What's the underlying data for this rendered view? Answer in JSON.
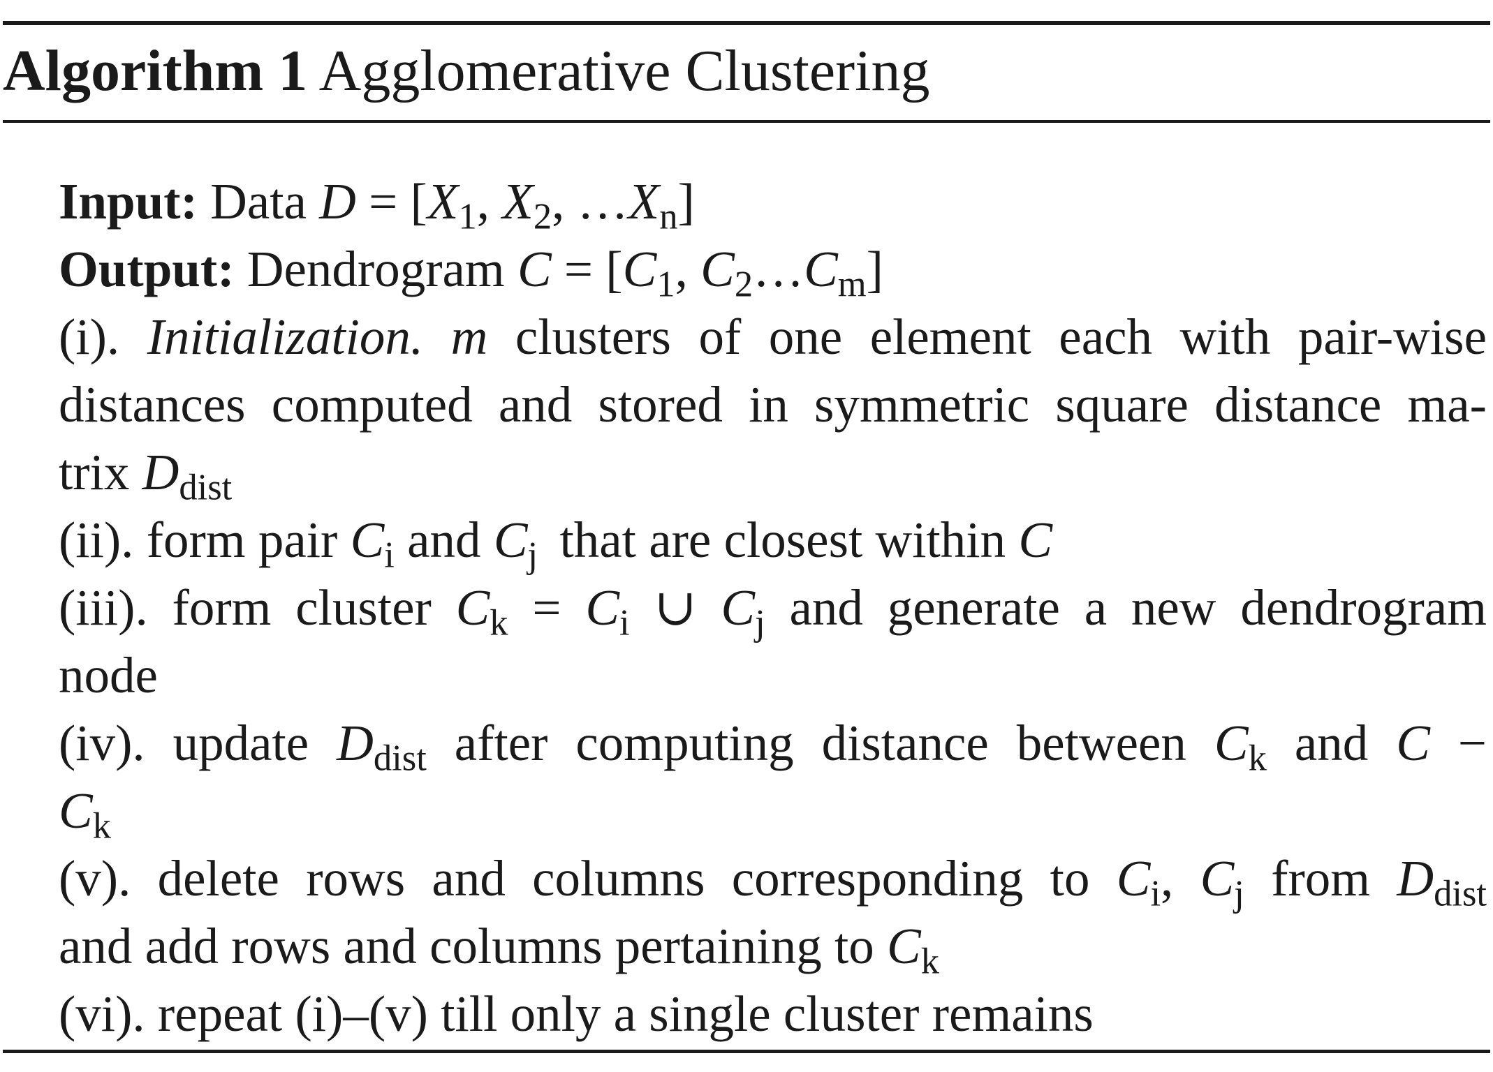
{
  "algorithm": {
    "label": "Algorithm 1",
    "title": "Agglomerative Clustering"
  },
  "input": {
    "label": "Input:",
    "text": "Data",
    "expr": "D = [X1, X2, …Xn]"
  },
  "output": {
    "label": "Output:",
    "text": "Dendrogram",
    "expr": "C = [C1, C2…Cm]"
  },
  "steps": [
    {
      "num": "(i).",
      "lead": "Initialization.",
      "text": "m clusters of one element each with pair-wise distances computed and stored in symmetric square distance matrix Ddist"
    },
    {
      "num": "(ii).",
      "text": "form pair Ci and Cj that are closest within C"
    },
    {
      "num": "(iii).",
      "text": "form cluster Ck = Ci ∪ Cj and generate a new dendrogram node"
    },
    {
      "num": "(iv).",
      "text": "update Ddist after computing distance between Ck and C − Ck"
    },
    {
      "num": "(v).",
      "text": "delete rows and columns corresponding to Ci, Cj from Ddist and add rows and columns pertaining to Ck"
    },
    {
      "num": "(vi).",
      "text": "repeat (i)–(v) till only a single cluster remains"
    }
  ]
}
